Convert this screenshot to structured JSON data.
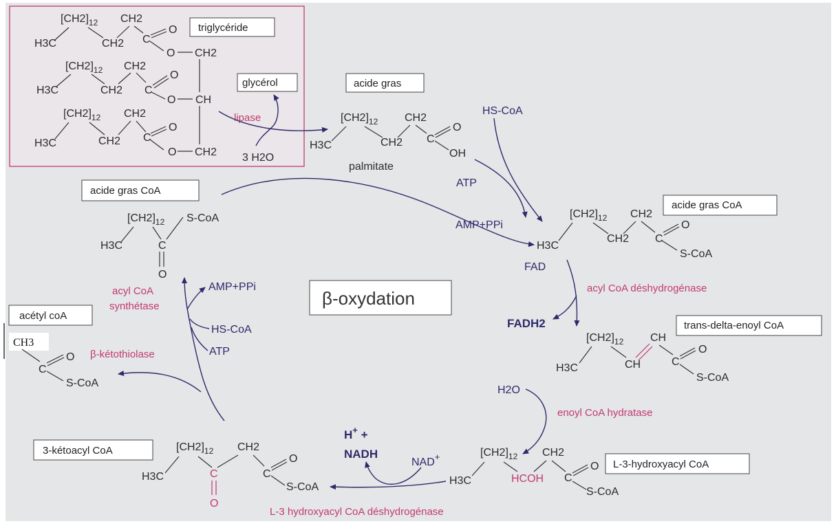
{
  "title": "β-oxydation",
  "labels": {
    "triglyceride": "triglycéride",
    "glycerol": "glycérol",
    "acide_gras": "acide gras",
    "acide_gras_coa_left": "acide gras CoA",
    "acide_gras_coa_right": "acide gras CoA",
    "trans_delta": "trans-delta-enoyl CoA",
    "hydroxyacyl": "L-3-hydroxyacyl CoA",
    "ketoacyl": "3-kétoacyl CoA",
    "acetyl": "acétyl coA",
    "palmitate": "palmitate"
  },
  "enzymes": {
    "lipase": "lipase",
    "acyl_synthetase_1": "acyl CoA",
    "acyl_synthetase_2": "synthétase",
    "ketothiolase": "β-kétothiolase",
    "deshydrogenase": "acyl CoA déshydrogénase",
    "hydratase": "enoyl CoA hydratase",
    "hydroxy_deshydrogenase": "L-3 hydroxyacyl CoA déshydrogénase"
  },
  "cofactors": {
    "water": "3 H2O",
    "hscoa_top": "HS-CoA",
    "atp_top": "ATP",
    "amp_ppi_top": "AMP+PPi",
    "amp_ppi_left": "AMP+PPi",
    "hscoa_left": "HS-CoA",
    "atp_left": "ATP",
    "fad": "FAD",
    "fadh2": "FADH2",
    "h2o": "H2O",
    "nad": "NAD",
    "nad_sup": "+",
    "hplus": "H",
    "hplus_sup": "+",
    "plus": " +",
    "nadh": "NADH"
  },
  "mol": {
    "ch2_12": "[CH2]",
    "sub12": "12",
    "ch2": "CH2",
    "h3c": "H3C",
    "c": "C",
    "o": "O",
    "oh": "OH",
    "ch": "CH",
    "scoa": "S-CoA",
    "hcoh": "HCOH",
    "ch3": "CH3"
  }
}
